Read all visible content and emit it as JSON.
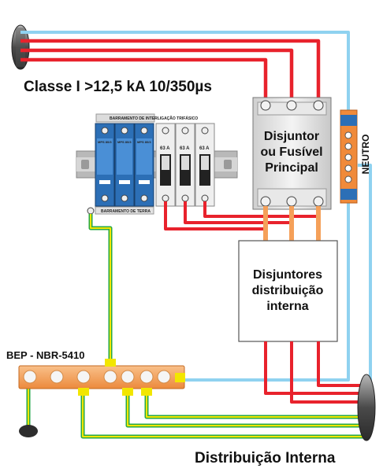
{
  "labels": {
    "class_rating": "Classe I >12,5 kA 10/350µs",
    "neutral": "NEUTRO",
    "main_breaker": [
      "Disjuntor",
      "ou Fusível",
      "Principal"
    ],
    "distribution_box": [
      "Disjuntores",
      "distribuição",
      "interna"
    ],
    "bep": "BEP - NBR-5410",
    "internal_distribution": "Distribuição Interna",
    "phase_bar": "BARRAMENTO DE INTERLIGAÇÃO TRIFÁSICO",
    "ground_bar": "BARRAMENTO DE TERRA",
    "breaker_rating": "63 A",
    "dps_model": "MPS 80/3"
  },
  "colors": {
    "phase": "#e8222c",
    "neutral": "#8fd2f0",
    "earth_yellow": "#f2e600",
    "earth_green": "#27a845",
    "dps_blue": "#2c6fb6",
    "busbar_orange": "#f5a059",
    "breaker_grey": "#e6e6e6"
  }
}
